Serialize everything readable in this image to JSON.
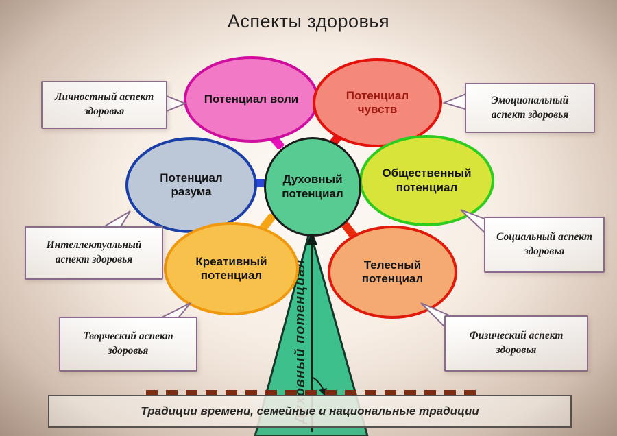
{
  "title": "Аспекты здоровья",
  "diagram": {
    "center": {
      "label": "Духовный потенциал",
      "fill": "#57cb92",
      "border": "#1c1c1c",
      "text": "#121212"
    },
    "petals": [
      {
        "label": "Потенциал воли",
        "fill": "#f279c5",
        "border": "#cf0d9e",
        "text": "#141414",
        "connector": "#e611b8"
      },
      {
        "label": "Потенциал чувств",
        "fill": "#f4897b",
        "border": "#e3120b",
        "text": "#9e1a10",
        "connector": "#e81311"
      },
      {
        "label": "Потенциал разума",
        "fill": "#bcc8d8",
        "border": "#1b3fa8",
        "text": "#141414",
        "connector": "#2b49d8"
      },
      {
        "label": "Общественный потенциал",
        "fill": "#d9e43b",
        "border": "#2ecc1e",
        "text": "#141414",
        "connector": "#57e748"
      },
      {
        "label": "Креативный потенциал",
        "fill": "#f8c14c",
        "border": "#f0990f",
        "text": "#141414",
        "connector": "#f5a515"
      },
      {
        "label": "Телесный потенциал",
        "fill": "#f5aa72",
        "border": "#e01b0c",
        "text": "#141414",
        "connector": "#ea2c0e"
      }
    ],
    "callouts": [
      {
        "label": "Личностный аспект здоровья"
      },
      {
        "label": "Эмоциональный аспект здоровья"
      },
      {
        "label": "Интеллектуальный аспект здоровья"
      },
      {
        "label": "Социальный аспект здоровья"
      },
      {
        "label": "Творческий аспект здоровья"
      },
      {
        "label": "Физический аспект здоровья"
      }
    ],
    "trunk": {
      "label": "Духовный  потенциал",
      "fill": "#3ec08d",
      "outline": "#15382a"
    },
    "footer": {
      "label": "Традиции времени, семейные и национальные традиции"
    }
  }
}
